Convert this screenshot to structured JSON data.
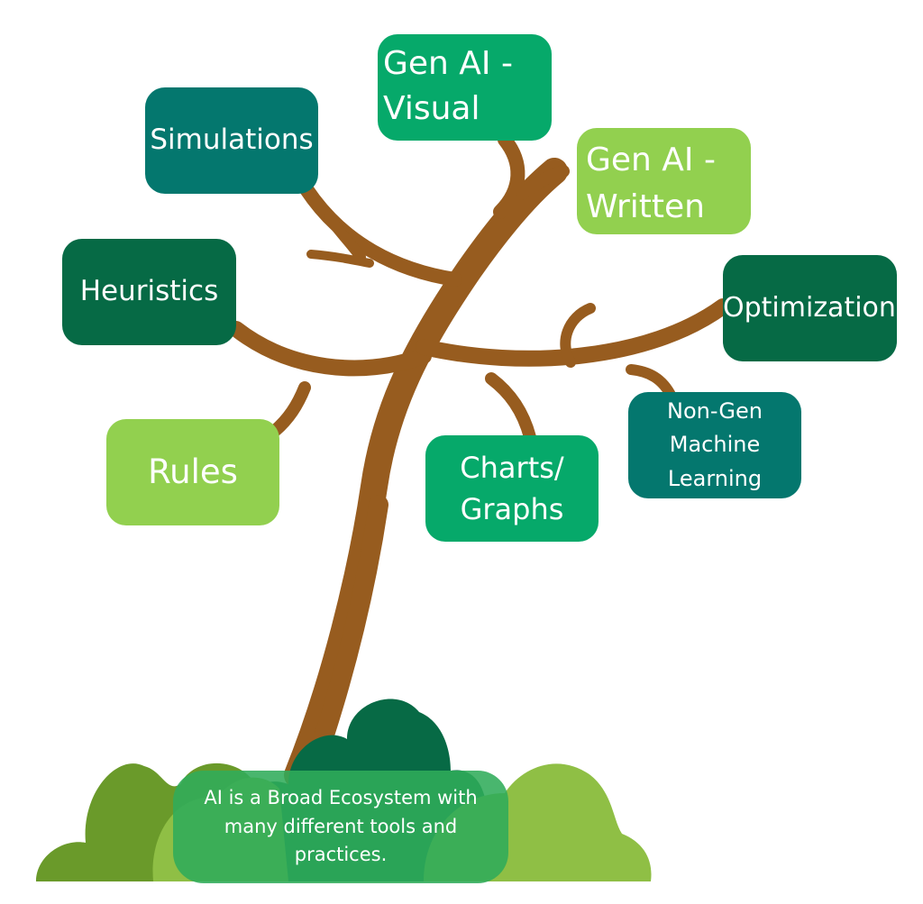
{
  "colors": {
    "trunk": "#975c1f",
    "teal": "#04776e",
    "dark_green": "#066a45",
    "medium_green": "#06a96a",
    "light_green": "#92d04f",
    "bush_dark": "#076a45",
    "bush_olive": "#6a9a2a",
    "bush_light": "#8fbf45",
    "caption_bg": "#30ac5a",
    "text": "#ffffff"
  },
  "nodes": {
    "simulations": {
      "label": "Simulations",
      "color": "#04776e"
    },
    "gen_ai_visual": {
      "label": "Gen AI -\nVisual",
      "color": "#06a96a"
    },
    "gen_ai_written": {
      "label": "Gen AI -\nWritten",
      "color": "#92d04f"
    },
    "heuristics": {
      "label": "Heuristics",
      "color": "#066a45"
    },
    "optimization": {
      "label": "Optimization",
      "color": "#066a45"
    },
    "non_gen_ml": {
      "label": "Non-Gen\nMachine\nLearning",
      "color": "#04776e"
    },
    "charts_graphs": {
      "label": "Charts/\nGraphs",
      "color": "#06a96a"
    },
    "rules": {
      "label": "Rules",
      "color": "#92d04f"
    }
  },
  "caption": "AI is a Broad Ecosystem with many different tools and practices."
}
